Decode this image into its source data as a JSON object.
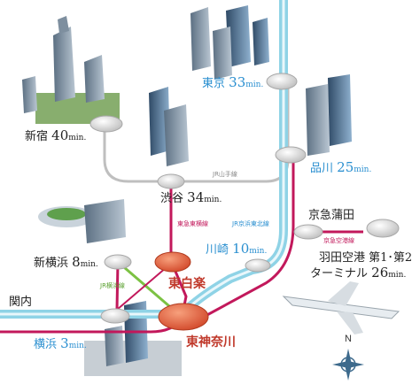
{
  "stations": {
    "tokyo": {
      "name": "東京",
      "time": "33",
      "unit": "min."
    },
    "shinjuku": {
      "name": "新宿",
      "time": "40",
      "unit": "min."
    },
    "shinagawa": {
      "name": "品川",
      "time": "25",
      "unit": "min."
    },
    "shibuya": {
      "name": "渋谷",
      "time": "34",
      "unit": "min."
    },
    "keikyu_kamata": {
      "name": "京急蒲田"
    },
    "kawasaki": {
      "name": "川崎",
      "time": "10",
      "unit": "min."
    },
    "shin_yokohama": {
      "name": "新横浜",
      "time": "8",
      "unit": "min."
    },
    "haneda": {
      "name_line1": "羽田空港 第1･第2",
      "name_line2": "ターミナル",
      "time": "26",
      "unit": "min."
    },
    "kannai": {
      "name": "関内"
    },
    "yokohama": {
      "name": "横浜",
      "time": "3",
      "unit": "min."
    },
    "higashi_hakuraku": {
      "name": "東白楽"
    },
    "higashi_kanagawa": {
      "name": "東神奈川"
    }
  },
  "lines": {
    "jr_yamanote": "JR山手線",
    "tokyu_toyoko": "東急東横線",
    "jr_keihin_tohoku": "JR京浜東北線",
    "keikyu_airport": "京急空港線",
    "jr_yokohama": "JR横浜線"
  },
  "compass": {
    "north": "N"
  },
  "colors": {
    "keihin_line": "#8fd3e6",
    "keihin_line_dark": "#4db3d3",
    "toyoko_line": "#c2185b",
    "yokohama_line": "#7cc243",
    "yamanote_line": "#bfbfbf",
    "hub": "#e8613a",
    "station_disc": "#e6e6e6",
    "time_text": "#2a8fd0"
  }
}
